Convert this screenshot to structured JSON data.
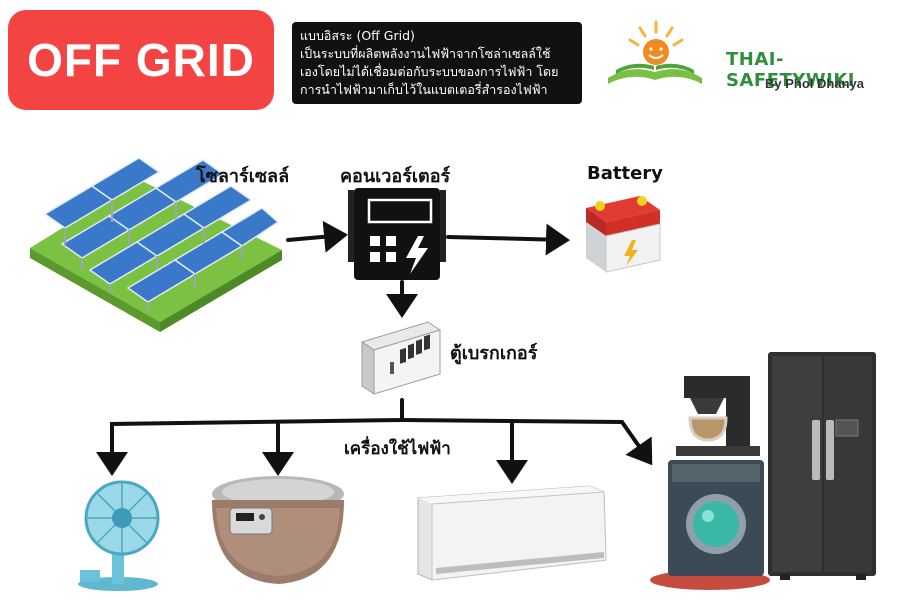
{
  "badge": {
    "text": "OFF GRID",
    "color": "#f44343"
  },
  "description": {
    "lines": [
      "แบบอิสระ (Off Grid)",
      "เป็นระบบที่ผลิตพลังงานไฟฟ้าจากโซล่าเซลล์ใช้",
      "เองโดยไม่ได้เชื่อมต่อกับระบบของการไฟฟ้า โดย",
      "การนำไฟฟ้ามาเก็บไว้ในแบตเตอรี่สำรองไฟฟ้า"
    ]
  },
  "brand": {
    "name": "THAI-SAFETYWIKI",
    "byline": "By Phol Dhanya",
    "color": "#2f8f3a"
  },
  "labels": {
    "solar": "โซลาร์เซลล์",
    "inverter": "คอนเวอร์เตอร์",
    "battery": "Battery",
    "breaker": "ตู้เบรกเกอร์",
    "appliances": "เครื่องใช้ไฟฟ้า"
  },
  "icons": [
    "solar-panel-icon",
    "inverter-icon",
    "battery-icon",
    "breaker-box-icon",
    "fan-icon",
    "rice-cooker-icon",
    "air-conditioner-icon",
    "washing-machine-icon",
    "coffee-maker-icon",
    "refrigerator-icon",
    "logo-icon"
  ]
}
